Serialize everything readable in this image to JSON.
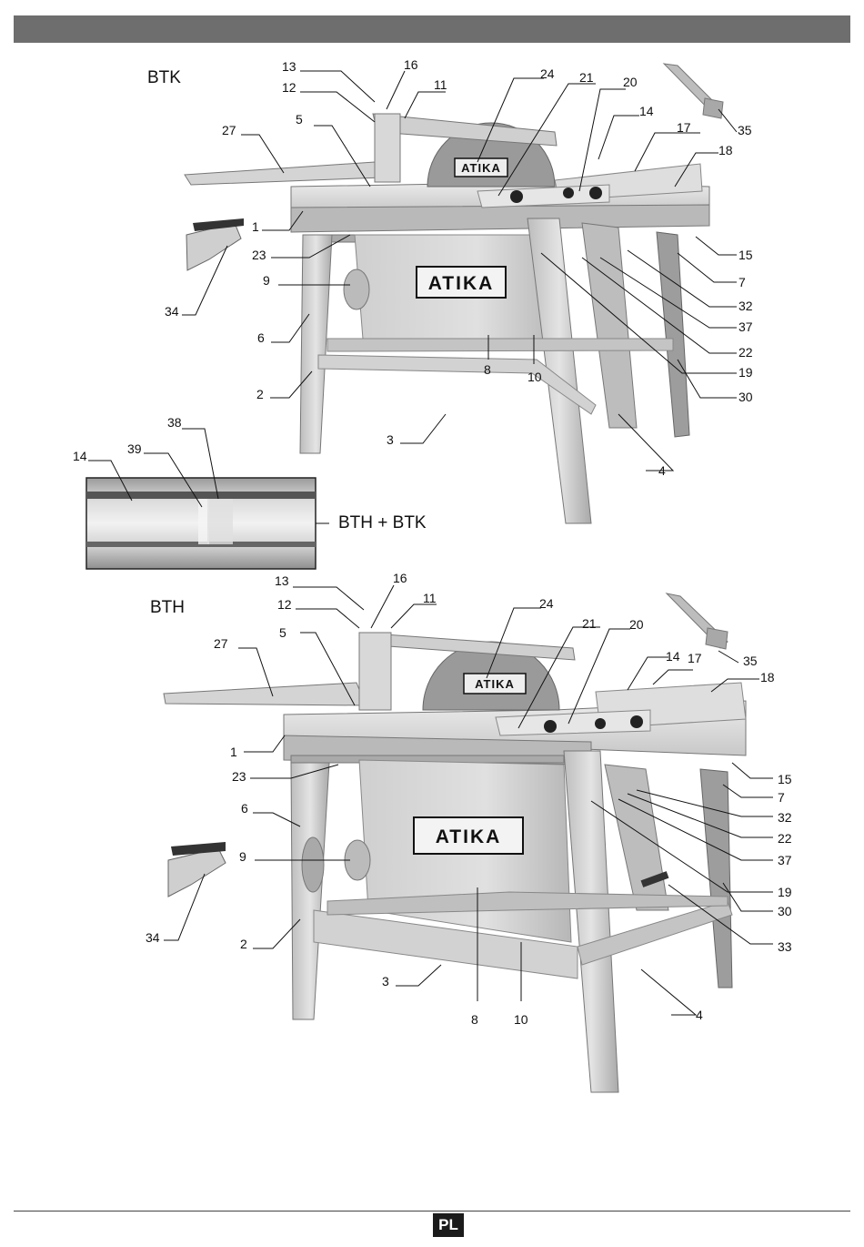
{
  "footer": {
    "language_code": "PL"
  },
  "btk": {
    "label": "BTK",
    "brand": "ATIKA",
    "callouts": [
      "13",
      "16",
      "12",
      "11",
      "24",
      "21",
      "20",
      "14",
      "17",
      "18",
      "35",
      "27",
      "5",
      "1",
      "23",
      "34",
      "9",
      "6",
      "2",
      "3",
      "8",
      "10",
      "15",
      "7",
      "32",
      "37",
      "22",
      "19",
      "30",
      "4"
    ]
  },
  "detail": {
    "label": "BTH + BTK",
    "callouts": [
      "38",
      "39",
      "14"
    ]
  },
  "bth": {
    "label": "BTH",
    "brand": "ATIKA",
    "callouts": [
      "13",
      "16",
      "12",
      "11",
      "24",
      "21",
      "20",
      "14",
      "17",
      "18",
      "35",
      "27",
      "5",
      "1",
      "23",
      "6",
      "9",
      "34",
      "2",
      "3",
      "8",
      "10",
      "15",
      "7",
      "32",
      "22",
      "37",
      "19",
      "30",
      "33",
      "4"
    ]
  },
  "colors": {
    "header_bar": "#6e6e6e",
    "metal_light": "#d8d8d8",
    "metal_mid": "#bdbdbd",
    "metal_dark": "#8e8e8e"
  }
}
